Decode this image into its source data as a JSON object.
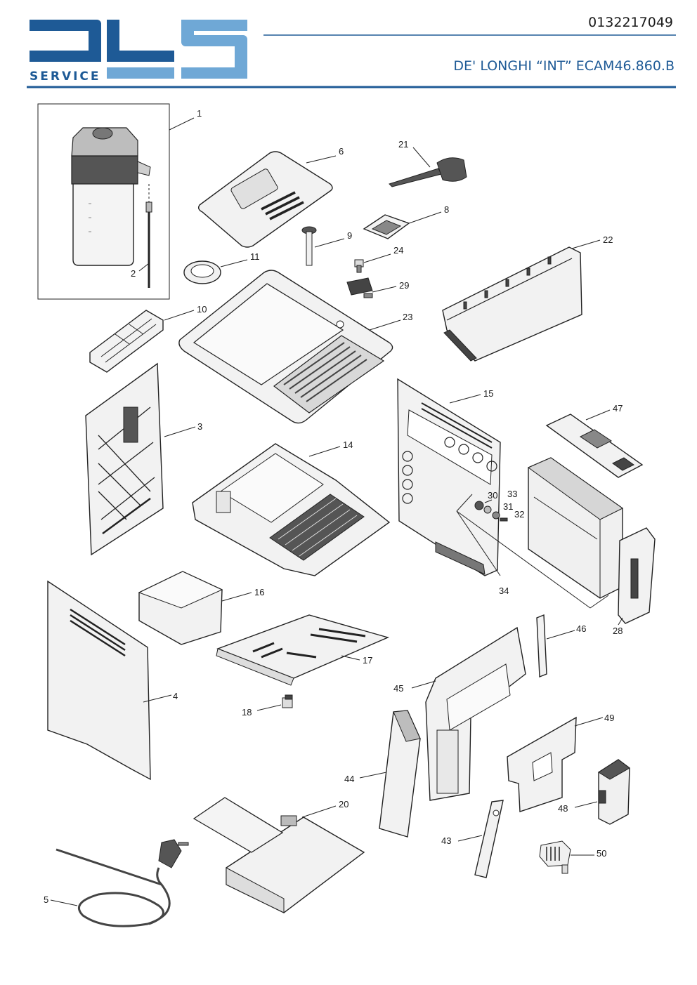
{
  "header": {
    "logo_text": "DLS",
    "logo_sub": "SERVICE",
    "doc_number": "0132217049",
    "model_title": "DE' LONGHI  “INT”  ECAM46.860.B",
    "brand_color": "#1e5a96",
    "accent_color": "#6fa8d6"
  },
  "parts": {
    "p1": "1",
    "p2": "2",
    "p3": "3",
    "p4": "4",
    "p5": "5",
    "p6": "6",
    "p8": "8",
    "p9": "9",
    "p10": "10",
    "p11": "11",
    "p14": "14",
    "p15": "15",
    "p16": "16",
    "p17": "17",
    "p18": "18",
    "p20": "20",
    "p21": "21",
    "p22": "22",
    "p23": "23",
    "p24": "24",
    "p28": "28",
    "p29": "29",
    "p30": "30",
    "p31": "31",
    "p32": "32",
    "p33": "33",
    "p34": "34",
    "p43": "43",
    "p44": "44",
    "p45": "45",
    "p46": "46",
    "p47": "47",
    "p48": "48",
    "p49": "49",
    "p50": "50"
  }
}
